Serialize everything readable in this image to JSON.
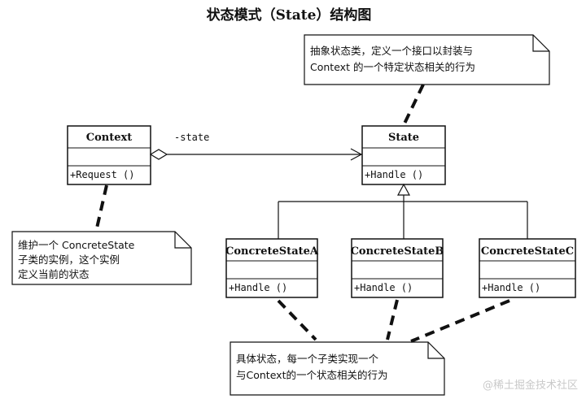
{
  "title": "状态模式（State）结构图",
  "classes": {
    "context": {
      "name": "Context",
      "operation": "+Request ()"
    },
    "state": {
      "name": "State",
      "operation": "+Handle ()"
    },
    "concrete_a": {
      "name": "ConcreteStateA",
      "operation": "+Handle ()"
    },
    "concrete_b": {
      "name": "ConcreteStateB",
      "operation": "+Handle ()"
    },
    "concrete_c": {
      "name": "ConcreteStateC",
      "operation": "+Handle ()"
    }
  },
  "association_role": "-state",
  "notes": {
    "state_note": [
      "抽象状态类，定义一个接口以封装与",
      "Context 的一个特定状态相关的行为"
    ],
    "context_note": [
      "维护一个 ConcreteState",
      "子类的实例，这个实例",
      "定义当前的状态"
    ],
    "concrete_note": [
      "具体状态，每一个子类实现一个",
      "与Context的一个状态相关的行为"
    ]
  },
  "watermark": "@稀土掘金技术社区"
}
